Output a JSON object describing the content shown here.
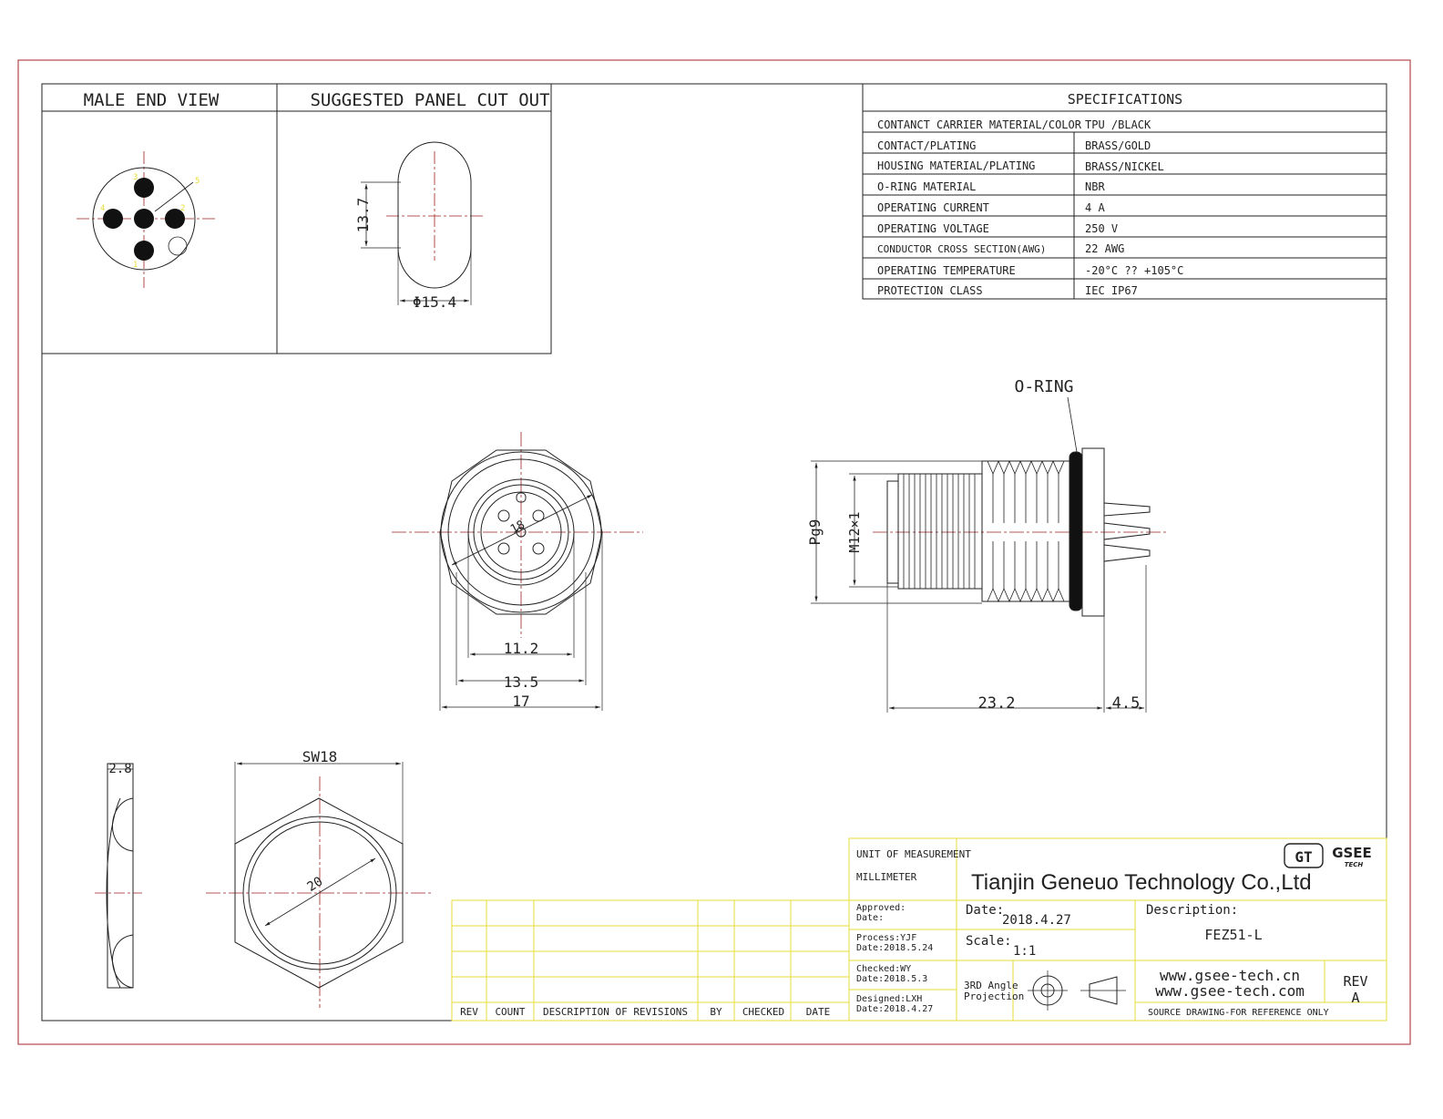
{
  "panels": {
    "male_end_view": "MALE END VIEW",
    "panel_cut_out": "SUGGESTED PANEL CUT OUT"
  },
  "pin_labels": [
    "3",
    "5",
    "4",
    "2",
    "1"
  ],
  "specifications": {
    "title": "SPECIFICATIONS",
    "rows": [
      {
        "label": "CONTANCT CARRIER MATERIAL/COLOR",
        "value": "TPU /BLACK"
      },
      {
        "label": "CONTACT/PLATING",
        "value": "BRASS/GOLD"
      },
      {
        "label": "HOUSING MATERIAL/PLATING",
        "value": "BRASS/NICKEL"
      },
      {
        "label": "O-RING MATERIAL",
        "value": "NBR"
      },
      {
        "label": "OPERATING CURRENT",
        "value": "4 A"
      },
      {
        "label": "OPERATING VOLTAGE",
        "value": "250 V"
      },
      {
        "label": "CONDUCTOR CROSS SECTION(AWG)",
        "value": "22 AWG"
      },
      {
        "label": "OPERATING TEMPERATURE",
        "value": "-20°C ?? +105°C"
      },
      {
        "label": "PROTECTION CLASS",
        "value": "IEC  IP67"
      }
    ]
  },
  "dimensions": {
    "cut_height": "13.7",
    "cut_dia": "Φ15.4",
    "d_11_2": "11.2",
    "d_13_5": "13.5",
    "d_17": "17",
    "d_18": "18",
    "pg9": "Pg9",
    "m12": "M12×1",
    "len_23_2": "23.2",
    "len_4_5": "4.5",
    "oring": "O-RING",
    "nut_thick": "2.8",
    "sw18": "SW18",
    "nut_dia": "20"
  },
  "revision_table": {
    "headers": [
      "REV",
      "COUNT",
      "DESCRIPTION  OF  REVISIONS",
      "BY",
      "CHECKED",
      "DATE"
    ]
  },
  "title_block": {
    "unit_label": "UNIT OF MEASUREMENT",
    "unit_value": "MILLIMETER",
    "company": "Tianjin Geneuo Technology Co.,Ltd",
    "logo_mark": "GT",
    "logo_name": "GSEE",
    "logo_sub": "TECH",
    "approved_label": "Approved:",
    "approved_date": "Date:",
    "process_label": "Process:YJF",
    "process_date": "Date:2018.5.24",
    "checked_label": "Checked:WY",
    "checked_date": "Date:2018.5.3",
    "designed_label": "Designed:LXH",
    "designed_date": "Date:2018.4.27",
    "date_label": "Date:",
    "date_value": "2018.4.27",
    "scale_label": "Scale:",
    "scale_value": "1:1",
    "projection_1": "3RD Angle",
    "projection_2": "Projection",
    "description_label": "Description:",
    "description_value": "FEZ51-L",
    "website_1": "www.gsee-tech.cn",
    "website_2": "www.gsee-tech.com",
    "rev_label": "REV",
    "rev_value": "A",
    "footer": "SOURCE DRAWING-FOR REFERENCE ONLY"
  },
  "colors": {
    "frame": "#b04a4a",
    "centerline": "#a02020",
    "title_block": "#e6dd3a",
    "line": "#222222"
  }
}
